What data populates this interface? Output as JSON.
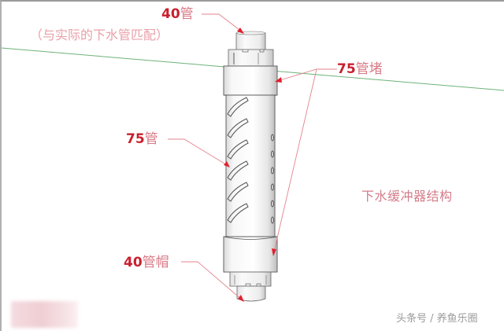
{
  "diagram": {
    "title": "下水缓冲器结构",
    "labels": {
      "pipe_40": {
        "num": "40",
        "text": "管"
      },
      "pipe_40_note": "（与实际的下水管匹配）",
      "plug_75": {
        "num": "75",
        "text": "管堵"
      },
      "pipe_75": {
        "num": "75",
        "text": "管"
      },
      "cap_40": {
        "num": "40",
        "text": "管帽"
      }
    },
    "components": [
      {
        "id": "top-40-pipe",
        "name": "40管"
      },
      {
        "id": "top-75-plug",
        "name": "75管堵"
      },
      {
        "id": "main-75-pipe",
        "name": "75管"
      },
      {
        "id": "bottom-75-plug",
        "name": "75管堵"
      },
      {
        "id": "bottom-40-cap",
        "name": "40管帽"
      }
    ],
    "slot_count": 7,
    "colors": {
      "leader_line": "#e07a84",
      "arrow": "#e0202e",
      "number": "#c8202e",
      "text": "#d97a86",
      "horizon_line": "#5aa86a",
      "pipe_outline": "#555555"
    }
  },
  "watermark": "头条号 / 养鱼乐圈"
}
